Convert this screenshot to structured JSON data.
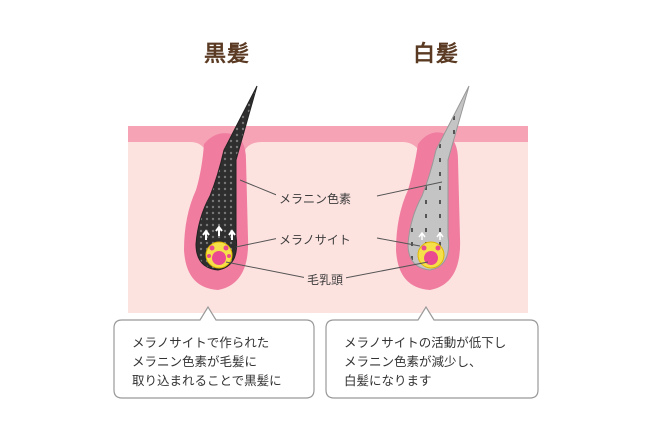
{
  "titles": {
    "left": "黒髪",
    "right": "白髪"
  },
  "labels": {
    "melanin": "メラニン色素",
    "melanocyte": "メラノサイト",
    "papilla": "毛乳頭"
  },
  "bubbles": {
    "left": [
      "メラノサイトで作られた",
      "メラニン色素が毛髪に",
      "取り込まれることで黒髪に"
    ],
    "right": [
      "メラノサイトの活動が低下し",
      "メラニン色素が減少し、",
      "白髪になります"
    ]
  },
  "colors": {
    "skin_base": "#fde3e0",
    "skin_surface": "#f5a3b5",
    "follicle": "#f07da0",
    "black_hair": "#3a3a3a",
    "white_hair": "#c4c4c4",
    "melanocyte": "#f5e04a",
    "papilla": "#ea4a8f",
    "title": "#5a3a22"
  }
}
